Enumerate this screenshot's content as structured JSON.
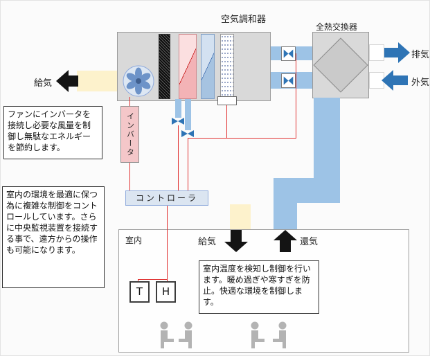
{
  "header": {
    "title": "空気調和器",
    "heat_exchanger_label": "全熱交換器"
  },
  "airflow": {
    "exhaust_label": "排気",
    "outside_label": "外気",
    "supply_label": "給気"
  },
  "ahu": {
    "inverter_label": "インバータ"
  },
  "controller": {
    "label": "コントローラ"
  },
  "room": {
    "label": "室内",
    "supply_label": "給気",
    "return_label": "還気",
    "sensor_t": "T",
    "sensor_h": "H"
  },
  "notes": {
    "inverter_note": "ファンにインバータを接続し必要な風量を制御し無駄なエネルギーを節約します。",
    "controller_note": "室内の環境を最適に保つ為に複雑な制御をコントロールしています。さらに中央監視装置を接続する事で、遠方からの操作も可能になります。",
    "sensor_note": "室内温度を検知し制御を行います。暖め過ぎや寒すぎを防止。快適な環境を制御します。"
  },
  "colors": {
    "duct_blue": "#9dc3e6",
    "arrow_blue": "#2e74b5",
    "duct_yellow": "#fdf2cc",
    "inverter_pink": "#f4c7c9",
    "controller_blue": "#dbe5f1",
    "wire_red": "#e03030",
    "person_gray": "#b3b3b3"
  }
}
